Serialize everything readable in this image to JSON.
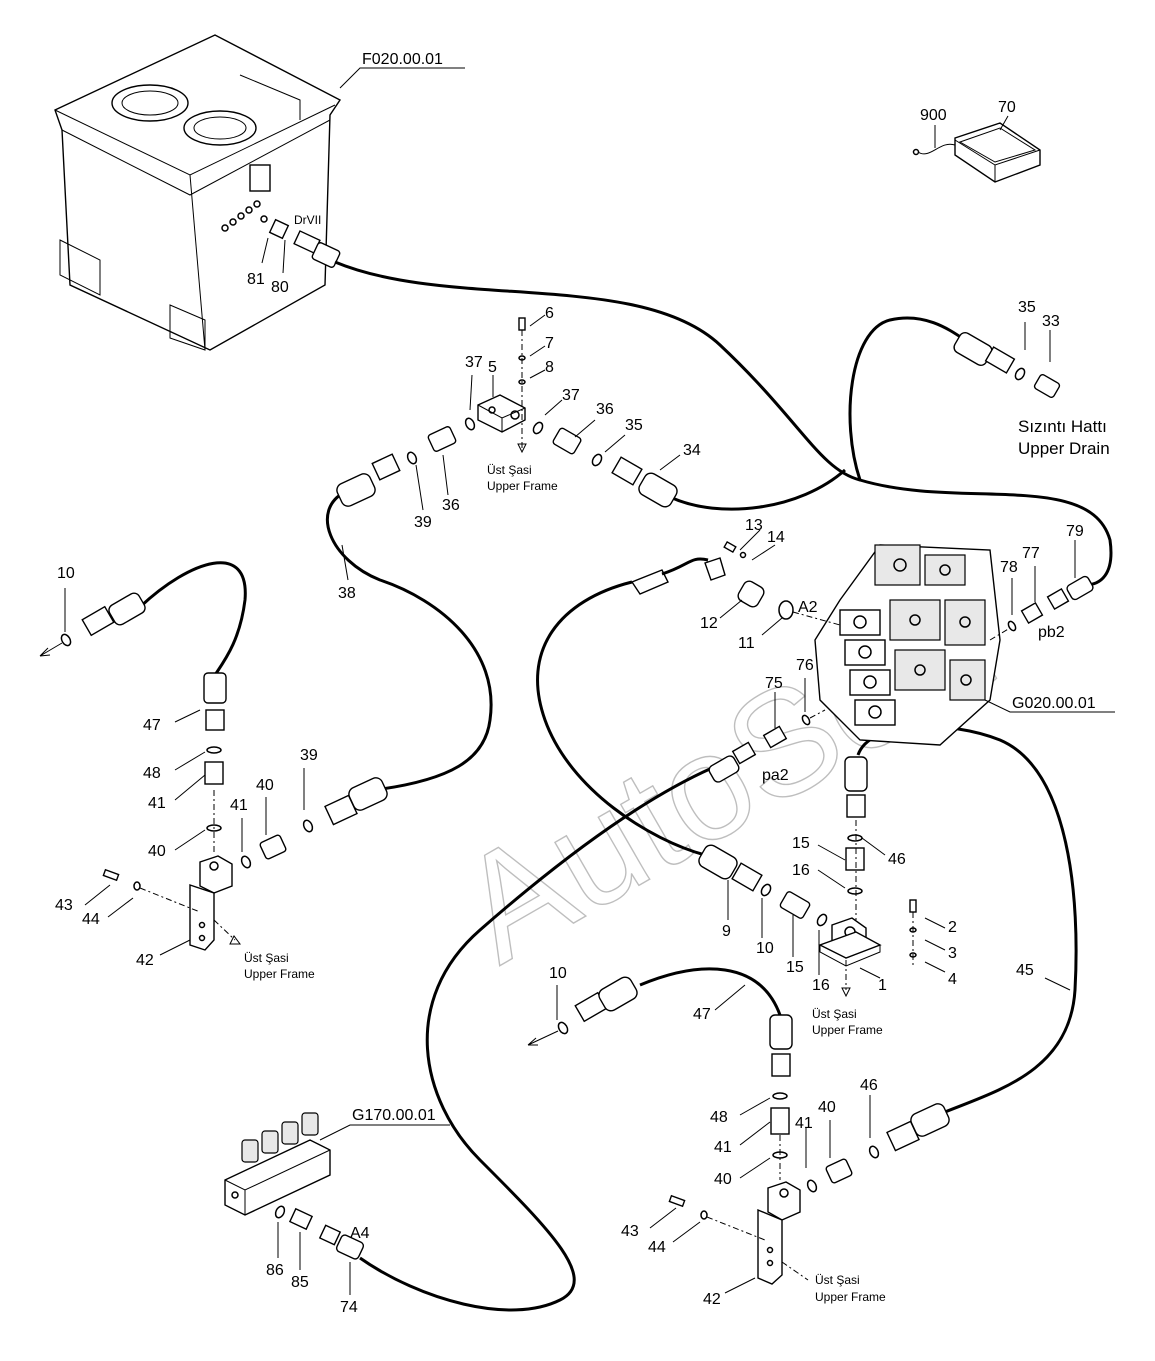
{
  "assemblies": {
    "tank": "F020.00.01",
    "valve": "G020.00.01",
    "block": "G170.00.01"
  },
  "port_labels": {
    "drvii": "DrVII",
    "a2": "A2",
    "pb2": "pb2",
    "pa2": "pa2",
    "a4": "A4"
  },
  "drain": {
    "tr": "Sızıntı Hattı",
    "en": "Upper Drain"
  },
  "frame_note": {
    "tr": "Üst Şasi",
    "en": "Upper Frame"
  },
  "watermark": "AutoSoft",
  "callouts": {
    "c900": "900",
    "c70": "70",
    "c81": "81",
    "c80": "80",
    "c35a": "35",
    "c33": "33",
    "c6": "6",
    "c7": "7",
    "c8": "8",
    "c5": "5",
    "c37a": "37",
    "c37b": "37",
    "c36a": "36",
    "c35b": "35",
    "c34": "34",
    "c39a": "39",
    "c36b": "36",
    "c38": "38",
    "c13": "13",
    "c14": "14",
    "c12": "12",
    "c11": "11",
    "c79": "79",
    "c77": "77",
    "c78": "78",
    "c76": "76",
    "c75": "75",
    "c10a": "10",
    "c47a": "47",
    "c48a": "48",
    "c41a": "41",
    "c40a": "40",
    "c41b": "41",
    "c40b": "40",
    "c39b": "39",
    "c43a": "43",
    "c44a": "44",
    "c42a": "42",
    "c15a": "15",
    "c16a": "16",
    "c46a": "46",
    "c9": "9",
    "c10b": "10",
    "c15b": "15",
    "c16b": "16",
    "c2": "2",
    "c3": "3",
    "c4": "4",
    "c1": "1",
    "c45": "45",
    "c10c": "10",
    "c47b": "47",
    "c48b": "48",
    "c41c": "41",
    "c40c": "40",
    "c41d": "41",
    "c40d": "40",
    "c46b": "46",
    "c43b": "43",
    "c44b": "44",
    "c42b": "42",
    "c86": "86",
    "c85": "85",
    "c74": "74"
  }
}
